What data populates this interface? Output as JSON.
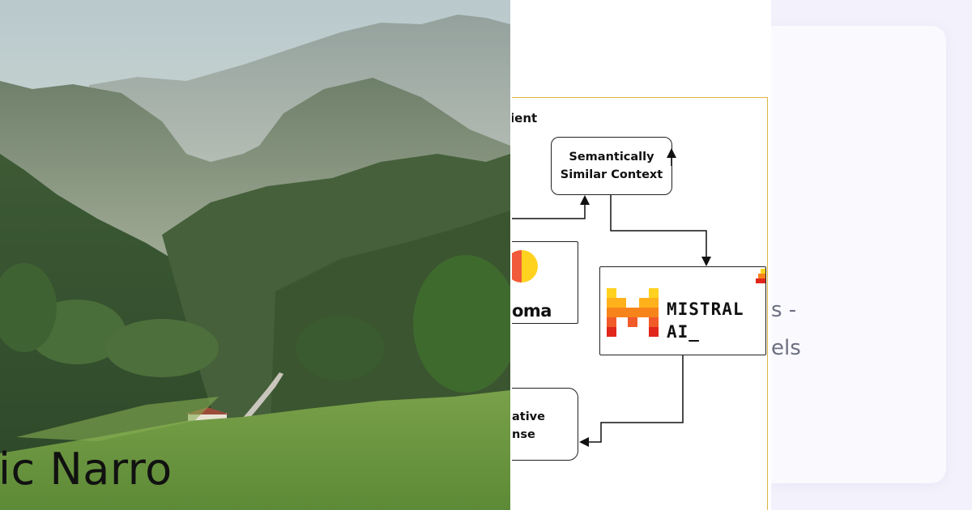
{
  "photo": {
    "caption": "ic Narro"
  },
  "diagram": {
    "client_label": "ient",
    "context_node": {
      "line1": "Semantically",
      "line2": "Similar Context"
    },
    "chroma_node": {
      "word": "oma"
    },
    "mistral_node": {
      "word": "MISTRAL\nAI_"
    },
    "response_node": {
      "text": "ative\nnse"
    },
    "colors": {
      "frame": "#e0b443",
      "chroma_red": "#f15a3a",
      "chroma_yellow": "#ffd21f",
      "mistral_orange": "#f7a21b"
    }
  },
  "card": {
    "line1": "s -",
    "line2": "els"
  }
}
